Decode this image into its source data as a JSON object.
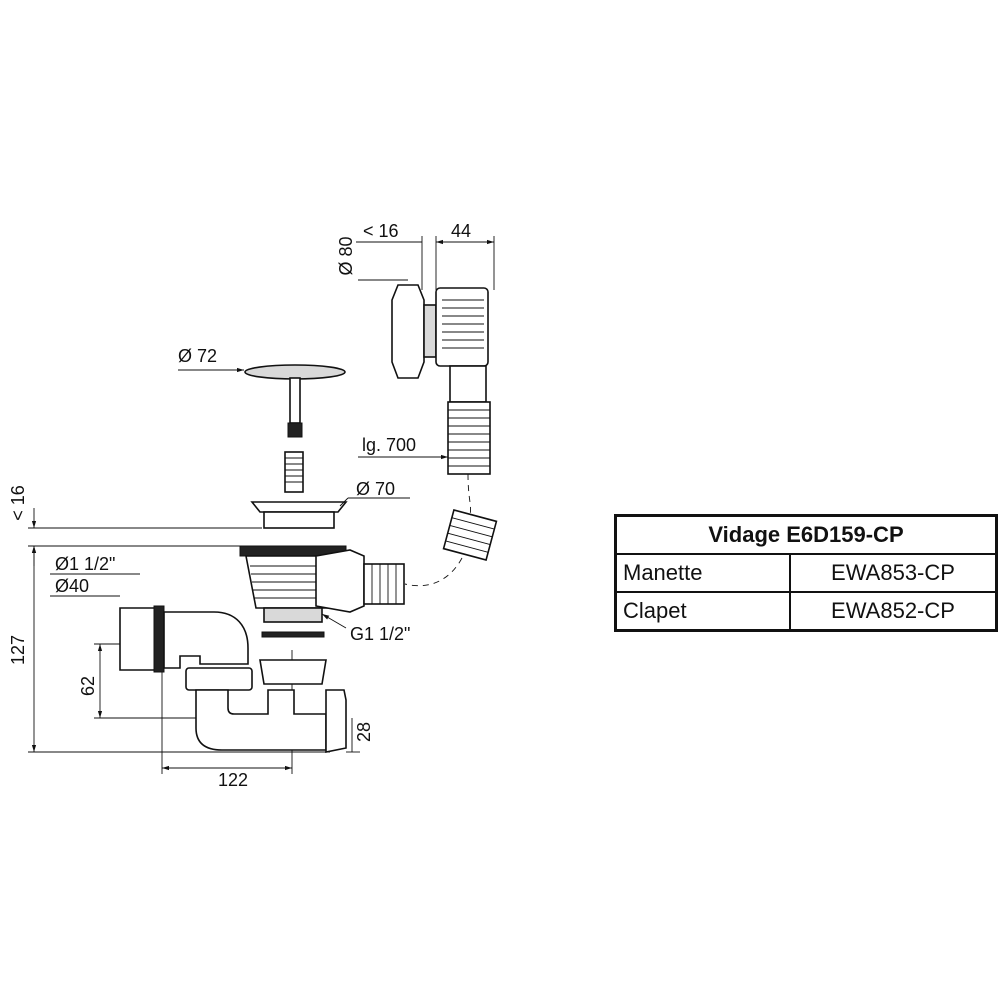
{
  "dimensions": {
    "d80": "Ø 80",
    "lt16_top": "< 16",
    "d44": "44",
    "d72": "Ø 72",
    "lg700": "lg. 700",
    "d70": "Ø 70",
    "lt16_left": "< 16",
    "d1_1_2": "Ø1 1/2\"",
    "d40": "Ø40",
    "g1_1_2": "G1 1/2\"",
    "d127": "127",
    "d62": "62",
    "d28": "28",
    "d122": "122"
  },
  "table": {
    "title": "Vidage E6D159-CP",
    "rows": [
      {
        "name": "Manette",
        "code": "EWA853-CP"
      },
      {
        "name": "Clapet",
        "code": "EWA852-CP"
      }
    ]
  },
  "colors": {
    "line": "#111111",
    "background": "#ffffff"
  }
}
